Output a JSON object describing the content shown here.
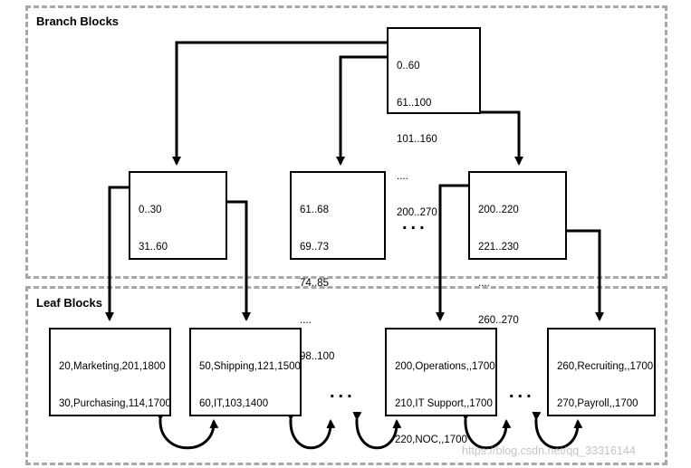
{
  "regions": {
    "branch_label": "Branch Blocks",
    "leaf_label": "Leaf Blocks"
  },
  "root_block": {
    "lines": [
      "0..60",
      "61..100",
      "101..160",
      "....",
      "200..270"
    ]
  },
  "branch_blocks": [
    {
      "lines": [
        "0..30",
        "31..60"
      ]
    },
    {
      "lines": [
        "61..68",
        "69..73",
        "74..85",
        "....",
        "98..100"
      ]
    },
    {
      "lines": [
        "200..220",
        "221..230",
        "....",
        "260..270"
      ]
    }
  ],
  "leaf_blocks": [
    {
      "lines": [
        "20,Marketing,201,1800",
        "30,Purchasing,114,1700"
      ]
    },
    {
      "lines": [
        "50,Shipping,121,1500",
        "60,IT,103,1400"
      ]
    },
    {
      "lines": [
        "200,Operations,,1700",
        "210,IT Support,,1700",
        "220,NOC,,1700"
      ]
    },
    {
      "lines": [
        "260,Recruiting,,1700",
        "270,Payroll,,1700"
      ]
    }
  ],
  "ellipses": {
    "branch": "...",
    "leaf_left": "...",
    "leaf_right": "..."
  },
  "watermark": "https://blog.csdn.net/qq_33316144",
  "colors": {
    "dashed_border": "#a8a8a8",
    "lines": "#000000",
    "watermark": "#969696"
  }
}
